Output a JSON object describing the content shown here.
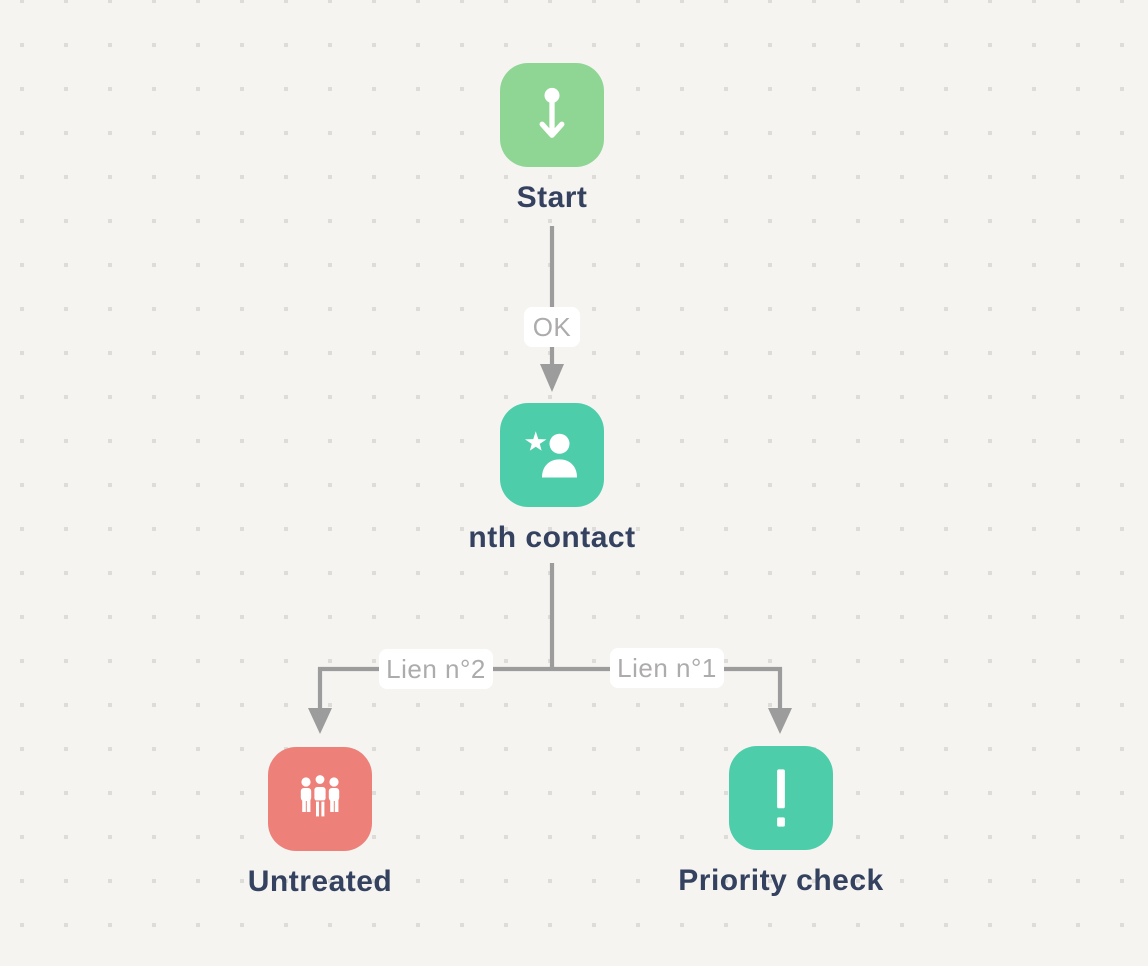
{
  "canvas": {
    "background_color": "#f5f4f1",
    "dot_color": "#dedcd9"
  },
  "connector": {
    "line_color": "#9c9c9c",
    "label_text_color": "#adabab",
    "label_background": "#ffffff"
  },
  "node_label_color": "#34415f",
  "nodes": [
    {
      "id": "start",
      "label": "Start",
      "icon": "start-entry-icon",
      "color": "#8fd694"
    },
    {
      "id": "nth-contact",
      "label": "nth contact",
      "icon": "starred-contact-icon",
      "color": "#4ecdab"
    },
    {
      "id": "untreated",
      "label": "Untreated",
      "icon": "contacts-group-icon",
      "color": "#ed8179"
    },
    {
      "id": "priority-check",
      "label": "Priority check",
      "icon": "exclamation-icon",
      "color": "#4ecdab"
    }
  ],
  "edges": [
    {
      "from": "start",
      "to": "nth-contact",
      "label": "OK"
    },
    {
      "from": "nth-contact",
      "to": "untreated",
      "label": "Lien n°2"
    },
    {
      "from": "nth-contact",
      "to": "priority-check",
      "label": "Lien n°1"
    }
  ]
}
